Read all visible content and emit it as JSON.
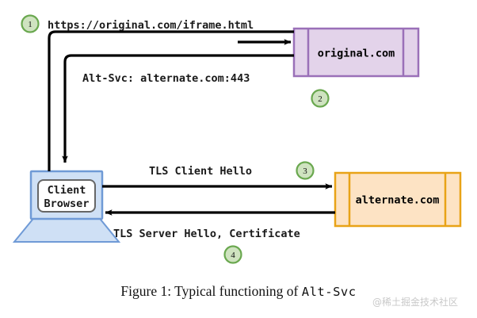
{
  "figure": {
    "caption_prefix": "Figure 1: Typical functioning of ",
    "caption_code": "Alt-Svc",
    "watermark": "@稀土掘金技术社区"
  },
  "nodes": {
    "client": {
      "line1": "Client",
      "line2": "Browser",
      "screen_fill": "#cfe0f5",
      "screen_stroke": "#6f9ad6",
      "inner_fill": "#ffffff",
      "inner_stroke": "#666666"
    },
    "original": {
      "label": "original.com",
      "fill": "#e3d3ea",
      "stroke": "#9a70b8"
    },
    "alternate": {
      "label": "alternate.com",
      "fill": "#fde3c4",
      "stroke": "#e8a317"
    }
  },
  "messages": {
    "request_url": "https://original.com/iframe.html",
    "alt_svc_header": "Alt-Svc: alternate.com:443",
    "tls_client_hello": "TLS Client Hello",
    "tls_server_hello": "TLS Server Hello, Certificate"
  },
  "steps": [
    {
      "number": "1",
      "fill": "#cfe3c0",
      "stroke": "#6aa84f"
    },
    {
      "number": "2",
      "fill": "#cfe3c0",
      "stroke": "#6aa84f"
    },
    {
      "number": "3",
      "fill": "#cfe3c0",
      "stroke": "#6aa84f"
    },
    {
      "number": "4",
      "fill": "#cfe3c0",
      "stroke": "#6aa84f"
    }
  ],
  "colors": {
    "arrow": "#000000",
    "background": "#ffffff"
  }
}
